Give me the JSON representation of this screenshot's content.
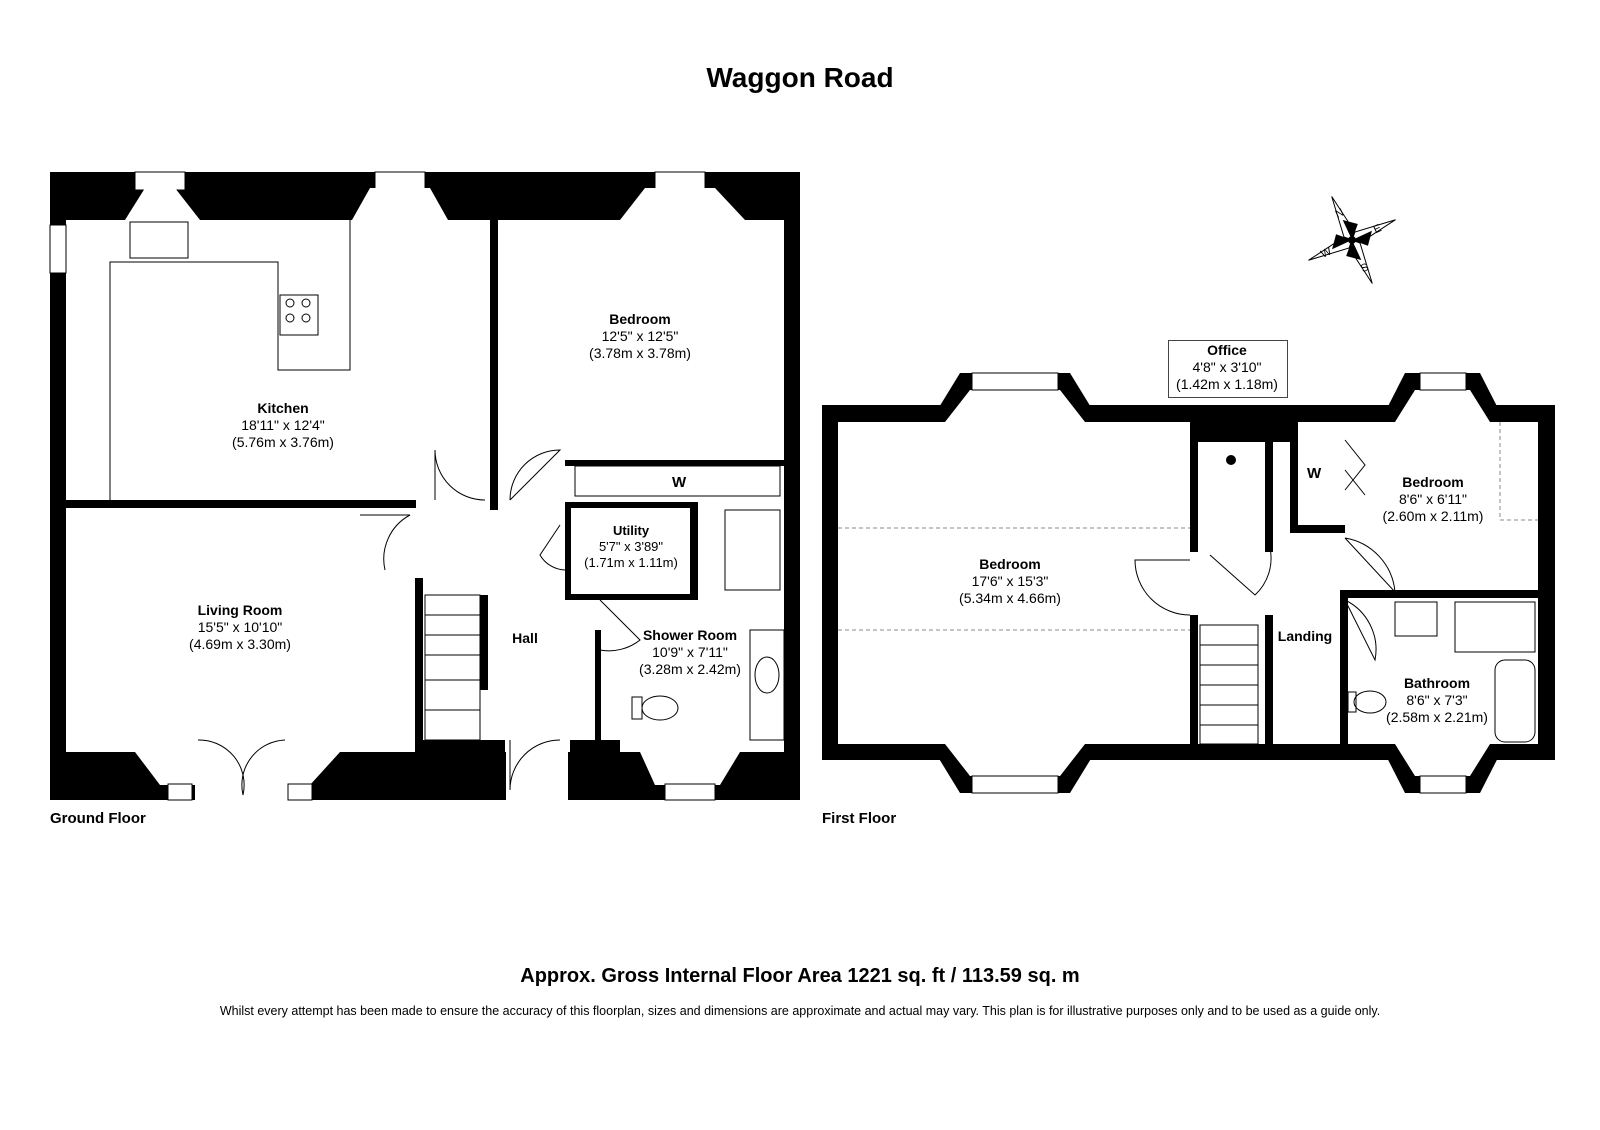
{
  "title": "Waggon Road",
  "floors": {
    "ground": "Ground Floor",
    "first": "First Floor"
  },
  "rooms": {
    "kitchen": {
      "name": "Kitchen",
      "imperial": "18'11\" x 12'4\"",
      "metric": "(5.76m x 3.76m)"
    },
    "bedroom_ground": {
      "name": "Bedroom",
      "imperial": "12'5\" x 12'5\"",
      "metric": "(3.78m x 3.78m)"
    },
    "living_room": {
      "name": "Living Room",
      "imperial": "15'5\" x 10'10\"",
      "metric": "(4.69m x 3.30m)"
    },
    "utility": {
      "name": "Utility",
      "imperial": "5'7\" x 3'89\"",
      "metric": "(1.71m x 1.11m)"
    },
    "shower_room": {
      "name": "Shower Room",
      "imperial": "10'9\" x 7'11\"",
      "metric": "(3.28m x 2.42m)"
    },
    "hall": {
      "name": "Hall"
    },
    "bedroom_main": {
      "name": "Bedroom",
      "imperial": "17'6\" x 15'3\"",
      "metric": "(5.34m x 4.66m)"
    },
    "office": {
      "name": "Office",
      "imperial": "4'8\" x 3'10\"",
      "metric": "(1.42m x 1.18m)"
    },
    "bedroom_small": {
      "name": "Bedroom",
      "imperial": "8'6\" x 6'11\"",
      "metric": "(2.60m x 2.11m)"
    },
    "landing": {
      "name": "Landing"
    },
    "bathroom": {
      "name": "Bathroom",
      "imperial": "8'6\" x 7'3\"",
      "metric": "(2.58m x 2.21m)"
    }
  },
  "wardrobe_label": "W",
  "compass": {
    "n": "N",
    "e": "E",
    "s": "S",
    "w": "W"
  },
  "area": "Approx. Gross Internal Floor Area 1221 sq. ft / 113.59 sq. m",
  "disclaimer": "Whilst every attempt has been made to ensure the accuracy of this floorplan, sizes and dimensions are approximate and actual may vary. This plan is for illustrative purposes only and to be used as a guide only."
}
